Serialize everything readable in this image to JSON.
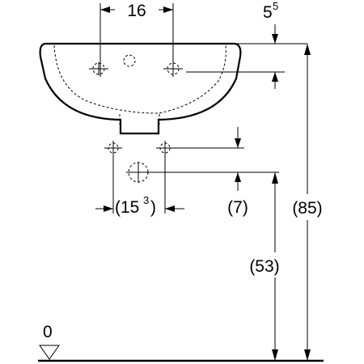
{
  "dimensions": {
    "tap_hole_spacing": "16",
    "top_offset_main": "5",
    "top_offset_sup": "5",
    "trap_spacing_open": "(15",
    "trap_spacing_sup": "3",
    "trap_spacing_close": ")",
    "trap_offset": "(7)",
    "drain_height": "(53)",
    "rim_height": "(85)",
    "floor_level": "0"
  },
  "icons": {
    "floor_marker": "triangle-down-icon",
    "hole": "crosshair-icon"
  }
}
